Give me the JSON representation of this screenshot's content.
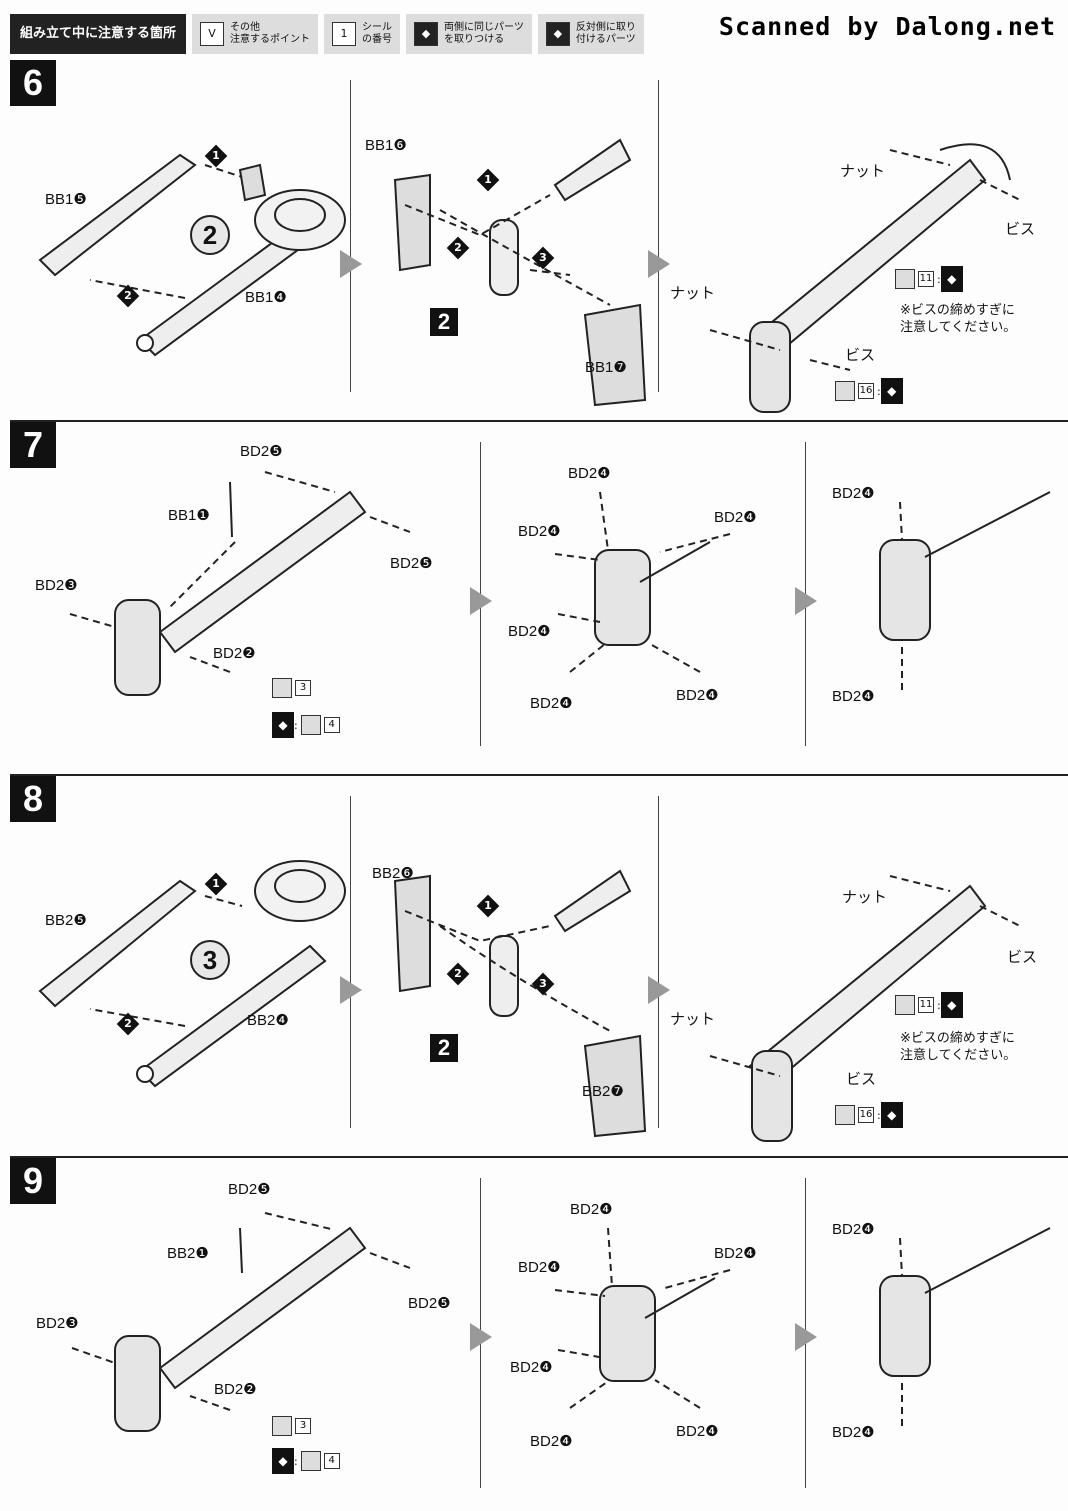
{
  "header": {
    "title": "組み立て中に注意する箇所",
    "legend": [
      {
        "icon": "V",
        "text": "その他\n注意するポイント"
      },
      {
        "icon": "1",
        "text": "シール\nの番号"
      },
      {
        "icon": "◆",
        "text": "両側に同じパーツ\nを取りつける"
      },
      {
        "icon": "◆",
        "text": "反対側に取り\n付けるパーツ"
      }
    ],
    "watermark": "Scanned by Dalong.net"
  },
  "steps": [
    {
      "num": "6",
      "labels": {
        "p1a": "BB1❺",
        "p1b": "BB1❹",
        "circ": "2",
        "p2a": "BB1❻",
        "p2b": "BB1❼",
        "sq": "2",
        "nut1": "ナット",
        "bis1": "ビス",
        "nut2": "ナット",
        "bis2": "ビス",
        "note": "※ビスの締めすぎに\n注意してください。",
        "stk1": "11",
        "stk2": "16"
      }
    },
    {
      "num": "7",
      "labels": {
        "a": "BD2❺",
        "b": "BB1❶",
        "c": "BD2❺",
        "d": "BD2❸",
        "e": "BD2❷",
        "stk1": "3",
        "stk2": "4",
        "m1": "BD2❹",
        "m2": "BD2❹",
        "m3": "BD2❹",
        "m4": "BD2❹",
        "m5": "BD2❹",
        "m6": "BD2❹",
        "r1": "BD2❹",
        "r2": "BD2❹"
      }
    },
    {
      "num": "8",
      "labels": {
        "p1a": "BB2❺",
        "p1b": "BB2❹",
        "circ": "3",
        "p2a": "BB2❻",
        "p2b": "BB2❼",
        "sq": "2",
        "nut1": "ナット",
        "bis1": "ビス",
        "nut2": "ナット",
        "bis2": "ビス",
        "note": "※ビスの締めすぎに\n注意してください。",
        "stk1": "11",
        "stk2": "16"
      }
    },
    {
      "num": "9",
      "labels": {
        "a": "BD2❺",
        "b": "BB2❶",
        "c": "BD2❺",
        "d": "BD2❸",
        "e": "BD2❷",
        "stk1": "3",
        "stk2": "4",
        "m1": "BD2❹",
        "m2": "BD2❹",
        "m3": "BD2❹",
        "m4": "BD2❹",
        "m5": "BD2❹",
        "m6": "BD2❹",
        "r1": "BD2❹",
        "r2": "BD2❹"
      }
    }
  ],
  "markers": {
    "one": "1",
    "two": "2",
    "three": "3"
  }
}
